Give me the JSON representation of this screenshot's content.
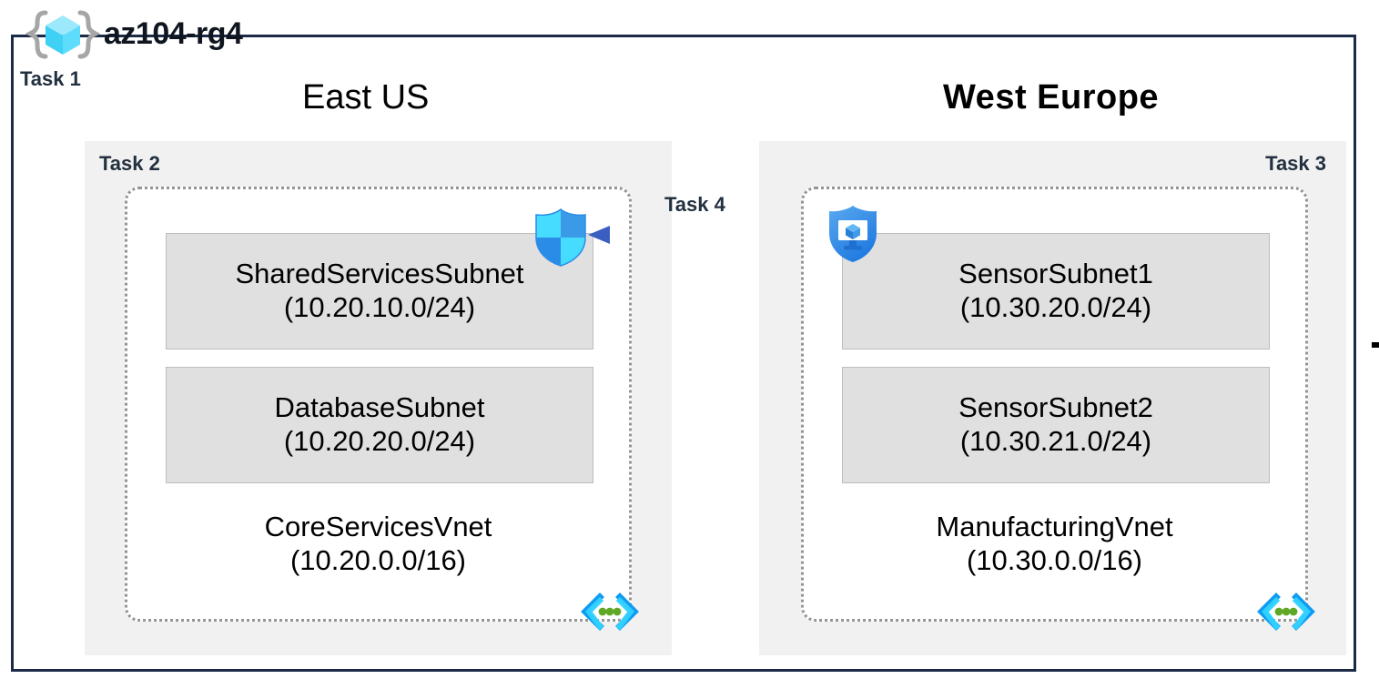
{
  "diagram": {
    "resource_group": {
      "name": "az104-rg4",
      "icon": "resource-group-cube-icon",
      "task_label": "Task 1"
    },
    "regions": [
      {
        "id": "east",
        "title": "East US",
        "task_label": "Task 2",
        "vnet": {
          "name": "CoreServicesVnet",
          "cidr": "(10.20.0.0/16)",
          "icon": "virtual-network-icon"
        },
        "subnets": [
          {
            "name": "SharedServicesSubnet",
            "cidr": "(10.20.10.0/24)"
          },
          {
            "name": "DatabaseSubnet",
            "cidr": "(10.20.20.0/24)"
          }
        ]
      },
      {
        "id": "west",
        "title": "West Europe",
        "task_label": "Task 3",
        "vnet": {
          "name": "ManufacturingVnet",
          "cidr": "(10.30.0.0/16)",
          "icon": "virtual-network-icon"
        },
        "subnets": [
          {
            "name": "SensorSubnet1",
            "cidr": "(10.30.20.0/24)"
          },
          {
            "name": "SensorSubnet2",
            "cidr": "(10.30.21.0/24)"
          }
        ]
      }
    ],
    "connection": {
      "task_label": "Task 4",
      "direction": "right-to-left",
      "source_icon": "vm-shield-icon",
      "target_icon": "network-security-group-shield-icon"
    },
    "colors": {
      "frame_border": "#1b2a46",
      "region_panel_bg": "#f1f1f1",
      "subnet_bg": "#e0e0e0",
      "subnet_border": "#bdbdbd",
      "vnet_border": "#949494",
      "task_text": "#22303f",
      "arrow": "#4472c4",
      "shield_cyan": "#32d2ff",
      "shield_blue": "#2b8ce8",
      "vnet_bracket_blue": "#0f9bf0",
      "vnet_bracket_cyan": "#32d2ff",
      "vnet_dot_green": "#5fa827",
      "cube_cyan": "#7fe1fb"
    }
  }
}
